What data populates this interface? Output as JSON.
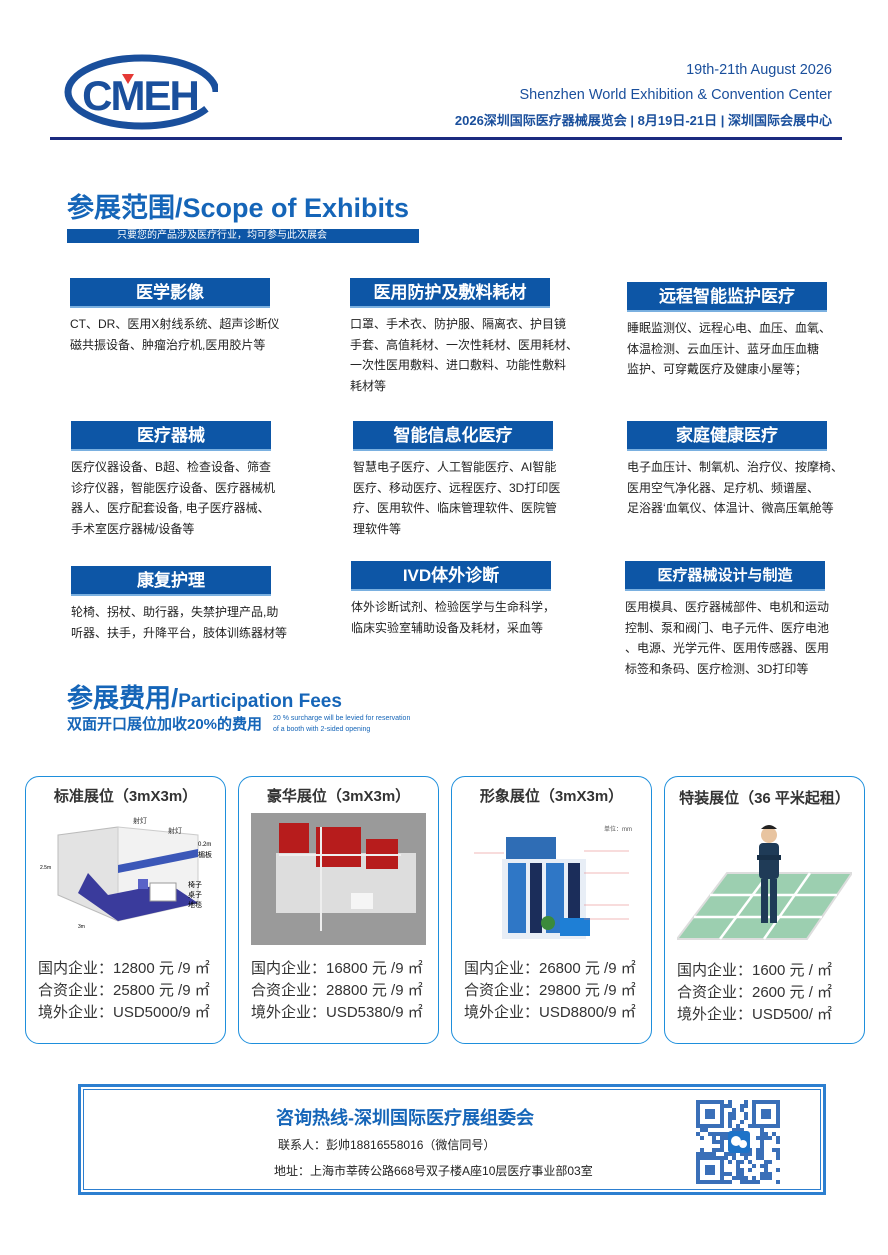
{
  "header": {
    "logo_text": "CMEH",
    "date": "19th-21th August 2026",
    "venue": "Shenzhen World Exhibition & Convention Center",
    "cn_line": "2026深圳国际医疗器械展览会 | 8月19日-21日 | 深圳国际会展中心",
    "colors": {
      "brand": "#1a4f9c",
      "accent_red": "#e53935",
      "rule": "#1b2a80"
    }
  },
  "scope": {
    "title": "参展范围/Scope of Exhibits",
    "subtitle": "只要您的产品涉及医疗行业，均可参与此次展会",
    "categories": [
      {
        "title": "医学影像",
        "items": [
          "CT、DR、医用X射线系统、超声诊断仪",
          "磁共振设备、肿瘤治疗机,医用胶片等"
        ]
      },
      {
        "title": "医用防护及敷料耗材",
        "items": [
          "口罩、手术衣、防护服、隔离衣、护目镜",
          "手套、高值耗材、一次性耗材、医用耗材、",
          "一次性医用敷料、进口敷料、功能性敷料",
          "耗材等"
        ]
      },
      {
        "title": "远程智能监护医疗",
        "items": [
          "睡眠监测仪、远程心电、血压、血氧、",
          "体温检测、云血压计、蓝牙血压血糖",
          "监护、可穿戴医疗及健康小屋等；"
        ]
      },
      {
        "title": "医疗器械",
        "items": [
          "医疗仪器设备、B超、检查设备、筛查",
          "诊疗仪器，智能医疗设备、医疗器械机",
          "器人、医疗配套设备, 电子医疗器械、",
          "手术室医疗器械/设备等"
        ]
      },
      {
        "title": "智能信息化医疗",
        "items": [
          "智慧电子医疗、人工智能医疗、AI智能",
          "医疗、移动医疗、远程医疗、3D打印医",
          "疗、医用软件、临床管理软件、医院管",
          "理软件等"
        ]
      },
      {
        "title": "家庭健康医疗",
        "items": [
          "电子血压计、制氧机、治疗仪、按摩椅、",
          "医用空气净化器、足疗机、频谱屋、",
          "足浴器‘血氧仪、体温计、微高压氧舱等"
        ]
      },
      {
        "title": "康复护理",
        "items": [
          "轮椅、拐杖、助行器，失禁护理产品,助",
          "听器、扶手，升降平台，肢体训练器材等"
        ]
      },
      {
        "title": "IVD体外诊断",
        "items": [
          "体外诊断试剂、检验医学与生命科学，",
          "临床实验室辅助设备及耗材，采血等"
        ]
      },
      {
        "title": "医疗器械设计与制造",
        "items": [
          "医用模具、医疗器械部件、电机和运动",
          "控制、泵和阀门、电子元件、医疗电池",
          "、电源、光学元件、医用传感器、医用",
          "标签和条码、医疗检测、3D打印等"
        ]
      }
    ]
  },
  "fees": {
    "title_cn": "参展费用/",
    "title_en": "Participation Fees",
    "surcharge_cn": "双面开口展位加收20%的费用",
    "surcharge_en_1": "20 % surcharge will be levied for reservation",
    "surcharge_en_2": "of a booth with 2-sided opening",
    "booths": [
      {
        "title": "标准展位（3mX3m）",
        "image": "standard-booth",
        "labels": [
          "射灯",
          "射灯",
          "0.2m",
          "楣板",
          "椅子",
          "桌子",
          "地毯",
          "2.5m",
          "3m"
        ],
        "prices": [
          "国内企业：12800 元 /9 ㎡",
          "合资企业：25800 元 /9 ㎡",
          "境外企业：USD5000/9 ㎡"
        ]
      },
      {
        "title": "豪华展位（3mX3m）",
        "image": "luxury-booth",
        "prices": [
          "国内企业：16800 元 /9 ㎡",
          "合资企业：28800 元 /9 ㎡",
          "境外企业：USD5380/9 ㎡"
        ]
      },
      {
        "title": "形象展位（3mX3m）",
        "image": "image-booth",
        "unit_label": "单位：mm",
        "prices": [
          "国内企业：26800 元 /9 ㎡",
          "合资企业：29800 元 /9 ㎡",
          "境外企业：USD8800/9 ㎡"
        ]
      },
      {
        "title": "特装展位（36 平米起租）",
        "image": "raw-space-businessman",
        "prices": [
          "国内企业：1600 元 / ㎡",
          "合资企业：2600 元 / ㎡",
          "境外企业：USD500/ ㎡"
        ]
      }
    ]
  },
  "contact": {
    "title": "咨询热线-深圳国际医疗展组委会",
    "person": "联系人：彭帅18816558016（微信同号）",
    "address": "地址：上海市莘砖公路668号双子楼A座10层医疗事业部03室",
    "qr_icon": "wechat-qr-code"
  }
}
